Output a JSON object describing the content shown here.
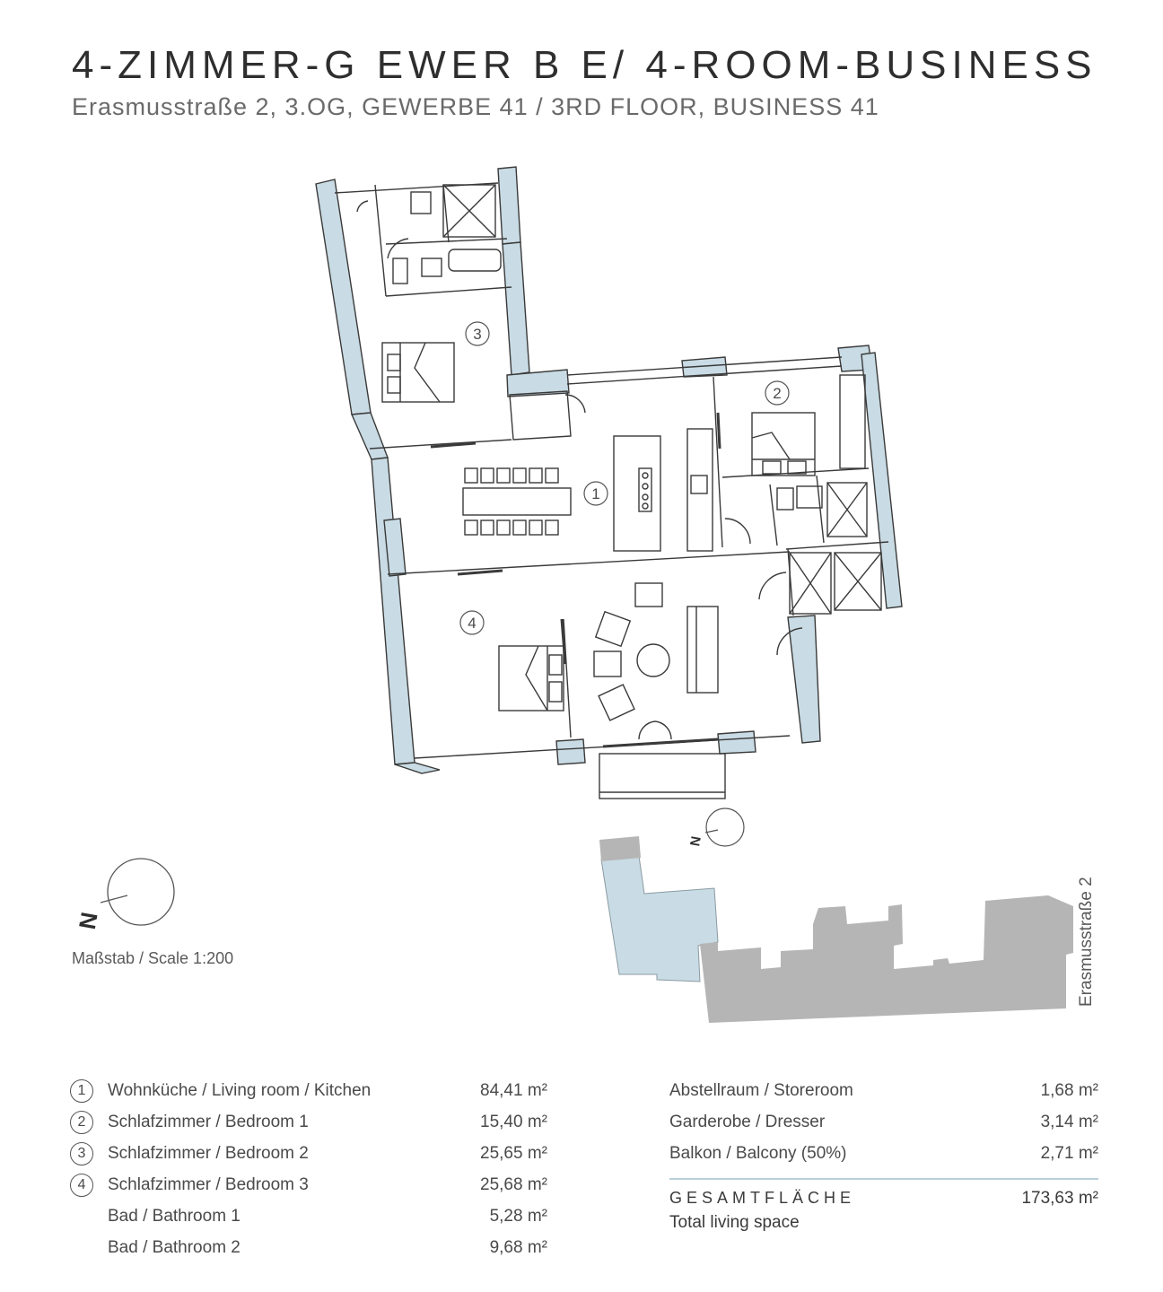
{
  "header": {
    "title": "4-ZIMMER-G EWER B E/ 4-ROOM-BUSINESS",
    "subtitle": "Erasmusstraße 2, 3.OG, GEWERBE 41 / 3RD FLOOR, BUSINESS 41"
  },
  "plan": {
    "room_markers": [
      "1",
      "2",
      "3",
      "4"
    ],
    "north_label": "N"
  },
  "scale_text": "Maßstab / Scale 1:200",
  "street_label": "Erasmusstraße 2",
  "rooms": [
    {
      "num": "1",
      "label": "Wohnküche / Living room / Kitchen",
      "area": "84,41 m²"
    },
    {
      "num": "2",
      "label": "Schlafzimmer / Bedroom 1",
      "area": "15,40 m²"
    },
    {
      "num": "3",
      "label": "Schlafzimmer / Bedroom 2",
      "area": "25,65 m²"
    },
    {
      "num": "4",
      "label": "Schlafzimmer / Bedroom 3",
      "area": "25,68 m²"
    },
    {
      "num": "",
      "label": "Bad / Bathroom 1",
      "area": "5,28 m²"
    },
    {
      "num": "",
      "label": "Bad / Bathroom 2",
      "area": "9,68 m²"
    }
  ],
  "extras": [
    {
      "label": "Abstellraum / Storeroom",
      "area": "1,68 m²"
    },
    {
      "label": "Garderobe / Dresser",
      "area": "3,14 m²"
    },
    {
      "label": "Balkon / Balcony (50%)",
      "area": "2,71 m²"
    }
  ],
  "total": {
    "label": "GESAMTFLÄCHE",
    "sublabel": "Total living space",
    "area": "173,63 m²"
  },
  "colors": {
    "wall": "#c9dbe4",
    "wall_stroke": "#3a3a3a",
    "neighbour": "#b5b5b5",
    "highlight": "#c9dbe4",
    "divider": "#b9cfdb"
  }
}
